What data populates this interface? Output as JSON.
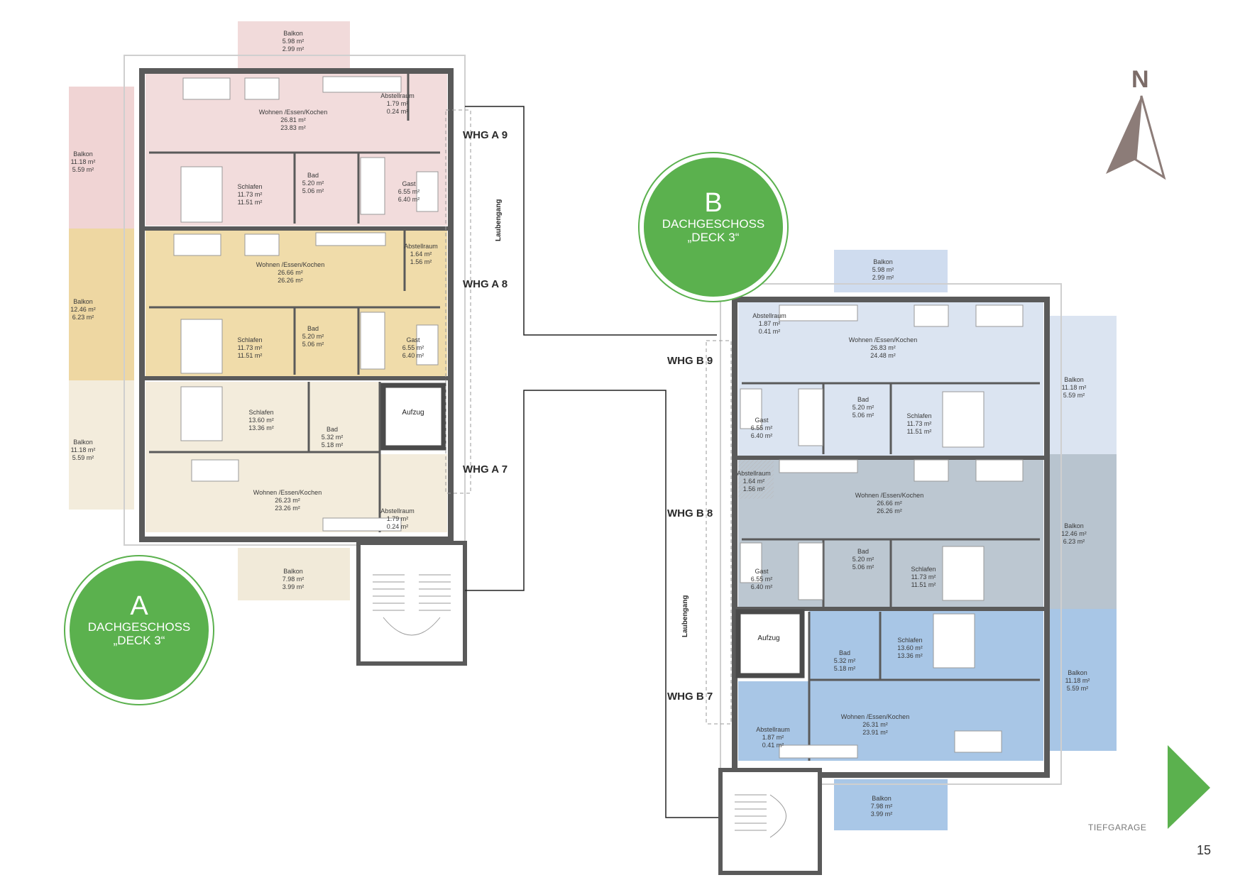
{
  "building_a": {
    "badge": {
      "letter": "A",
      "line1": "DACHGESCHOSS",
      "line2": "„DECK 3“"
    },
    "units": {
      "a9": "WHG A 9",
      "a8": "WHG A 8",
      "a7": "WHG A 7"
    },
    "laubengang": "Laubengang",
    "aufzug": "Aufzug",
    "rooms": {
      "balkon_top": [
        "Balkon",
        "5.98 m²",
        "2.99 m²"
      ],
      "a9_abstell": [
        "Abstellraum",
        "1.79 m²",
        "0.24 m²"
      ],
      "a9_wohnen": [
        "Wohnen /Essen/Kochen",
        "26.81 m²",
        "23.83 m²"
      ],
      "a9_balkon": [
        "Balkon",
        "11.18 m²",
        "5.59 m²"
      ],
      "a9_schlafen": [
        "Schlafen",
        "11.73 m²",
        "11.51 m²"
      ],
      "a9_bad": [
        "Bad",
        "5.20 m²",
        "5.06 m²"
      ],
      "a9_gast": [
        "Gast",
        "6.55 m²",
        "6.40 m²"
      ],
      "a8_wohnen": [
        "Wohnen /Essen/Kochen",
        "26.66 m²",
        "26.26 m²"
      ],
      "a8_abstell": [
        "Abstellraum",
        "1.64 m²",
        "1.56 m²"
      ],
      "a8_balkon": [
        "Balkon",
        "12.46 m²",
        "6.23 m²"
      ],
      "a8_schlafen": [
        "Schlafen",
        "11.73 m²",
        "11.51 m²"
      ],
      "a8_bad": [
        "Bad",
        "5.20 m²",
        "5.06 m²"
      ],
      "a8_gast": [
        "Gast",
        "6.55 m²",
        "6.40 m²"
      ],
      "a7_schlafen": [
        "Schlafen",
        "13.60 m²",
        "13.36 m²"
      ],
      "a7_bad": [
        "Bad",
        "5.32 m²",
        "5.18 m²"
      ],
      "a7_balkon": [
        "Balkon",
        "11.18 m²",
        "5.59 m²"
      ],
      "a7_wohnen": [
        "Wohnen /Essen/Kochen",
        "26.23 m²",
        "23.26 m²"
      ],
      "a7_abstell": [
        "Abstellraum",
        "1.79 m²",
        "0.24 m²"
      ],
      "balkon_bottom": [
        "Balkon",
        "7.98 m²",
        "3.99 m²"
      ]
    }
  },
  "building_b": {
    "badge": {
      "letter": "B",
      "line1": "DACHGESCHOSS",
      "line2": "„DECK 3“"
    },
    "units": {
      "b9": "WHG B 9",
      "b8": "WHG B 8",
      "b7": "WHG B 7"
    },
    "laubengang": "Laubengang",
    "aufzug": "Aufzug",
    "rooms": {
      "balkon_top": [
        "Balkon",
        "5.98 m²",
        "2.99 m²"
      ],
      "b9_abstell": [
        "Abstellraum",
        "1.87 m²",
        "0.41 m²"
      ],
      "b9_wohnen": [
        "Wohnen /Essen/Kochen",
        "26.83 m²",
        "24.48 m²"
      ],
      "b9_balkon": [
        "Balkon",
        "11.18 m²",
        "5.59 m²"
      ],
      "b9_gast": [
        "Gast",
        "6.55 m²",
        "6.40 m²"
      ],
      "b9_bad": [
        "Bad",
        "5.20 m²",
        "5.06 m²"
      ],
      "b9_schlafen": [
        "Schlafen",
        "11.73 m²",
        "11.51 m²"
      ],
      "b8_abstell": [
        "Abstellraum",
        "1.64 m²",
        "1.56 m²"
      ],
      "b8_wohnen": [
        "Wohnen /Essen/Kochen",
        "26.66 m²",
        "26.26 m²"
      ],
      "b8_balkon": [
        "Balkon",
        "12.46 m²",
        "6.23 m²"
      ],
      "b8_gast": [
        "Gast",
        "6.55 m²",
        "6.40 m²"
      ],
      "b8_bad": [
        "Bad",
        "5.20 m²",
        "5.06 m²"
      ],
      "b8_schlafen": [
        "Schlafen",
        "11.73 m²",
        "11.51 m²"
      ],
      "b7_bad": [
        "Bad",
        "5.32 m²",
        "5.18 m²"
      ],
      "b7_schlafen": [
        "Schlafen",
        "13.60 m²",
        "13.36 m²"
      ],
      "b7_balkon": [
        "Balkon",
        "11.18 m²",
        "5.59 m²"
      ],
      "b7_wohnen": [
        "Wohnen /Essen/Kochen",
        "26.31 m²",
        "23.91 m²"
      ],
      "b7_abstell": [
        "Abstellraum",
        "1.87 m²",
        "0.41 m²"
      ],
      "balkon_bottom": [
        "Balkon",
        "7.98 m²",
        "3.99 m²"
      ]
    }
  },
  "compass": {
    "label": "N",
    "icon": "north-arrow-icon"
  },
  "nav": {
    "label": "TIEFGARAGE",
    "icon": "next-triangle-icon"
  },
  "page_number": "15",
  "colors": {
    "a9": "#f2dcdc",
    "a8": "#f0dcaa",
    "a7": "#f3ecdc",
    "b9": "#dbe4f1",
    "b8": "#bcc7d1",
    "b7": "#a8c6e6",
    "wall": "#5a5a5a",
    "accent": "#5bb14e",
    "compass": "#8c7c78"
  }
}
